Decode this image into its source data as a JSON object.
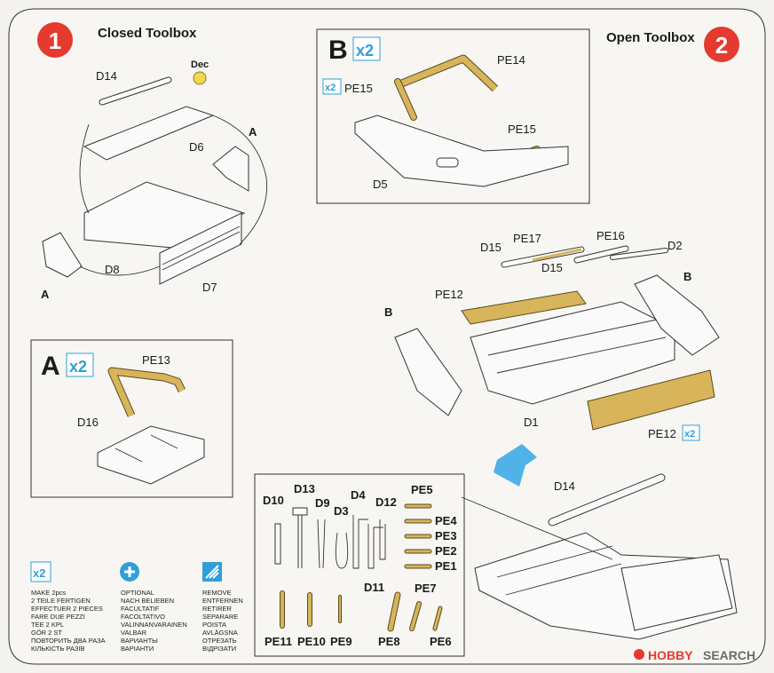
{
  "colors": {
    "step_badge": "#e53a2f",
    "x2_badge": "#2f9fd8",
    "photo_etch": "#d8b45a",
    "arrow": "#4fb3e8"
  },
  "step1": {
    "number": "1",
    "title": "Closed Toolbox"
  },
  "step2": {
    "number": "2",
    "title": "Open Toolbox"
  },
  "step1_labels": {
    "d14": "D14",
    "dec": "Dec",
    "d6": "D6",
    "a_top": "A",
    "d8": "D8",
    "d7": "D7",
    "a_left": "A"
  },
  "sub_b": {
    "letter": "B",
    "x2": "x2",
    "pe15_x2": "x2",
    "pe15_left": "PE15",
    "pe14": "PE14",
    "pe15_right": "PE15",
    "d5": "D5"
  },
  "sub_a": {
    "letter": "A",
    "x2": "x2",
    "pe13": "PE13",
    "d16": "D16"
  },
  "step2_labels": {
    "d15_left": "D15",
    "pe17": "PE17",
    "pe16": "PE16",
    "d2": "D2",
    "d15_mid": "D15",
    "pe12": "PE12",
    "b_left": "B",
    "b_right": "B",
    "d1": "D1",
    "pe12_lower": "PE12",
    "pe12_x2": "x2",
    "d14": "D14"
  },
  "tools": {
    "d10": "D10",
    "d13": "D13",
    "d9": "D9",
    "d3": "D3",
    "d4": "D4",
    "d12": "D12",
    "d11": "D11",
    "pe5": "PE5",
    "pe4": "PE4",
    "pe3": "PE3",
    "pe2": "PE2",
    "pe1": "PE1",
    "pe11": "PE11",
    "pe10": "PE10",
    "pe9": "PE9",
    "pe8": "PE8",
    "pe7": "PE7",
    "pe6": "PE6"
  },
  "legend": {
    "make": {
      "icon": "x2",
      "lines": [
        "MAKE 2pcs",
        "2 TEILE FERTIGEN",
        "EFFECTUER 2 PIECES",
        "FARE DUE PEZZI",
        "TEE 2 KPL",
        "GÖR 2 ST",
        "ПОВТОРИТЬ ДВА РАЗА",
        "КІЛЬКІСТЬ РАЗІВ"
      ]
    },
    "optional": {
      "icon": "optional-icon",
      "lines": [
        "OPTIONAL",
        "NACH BELIEBEN",
        "FACULTATIF",
        "FACOLTATIVO",
        "VALINNANVARAINEN",
        "VALBAR",
        "ВАРИАНТЫ",
        "ВАРІАНТИ"
      ]
    },
    "remove": {
      "icon": "remove-icon",
      "lines": [
        "REMOVE",
        "ENTFERNEN",
        "RETIRER",
        "SEPARARE",
        "POISTA",
        "AVLÄGSNA",
        "ОТРЕЗАТЬ",
        "ВІДРІЗАТИ"
      ]
    }
  },
  "watermark": {
    "brand": "HOBBY",
    "suffix": "SEARCH"
  }
}
